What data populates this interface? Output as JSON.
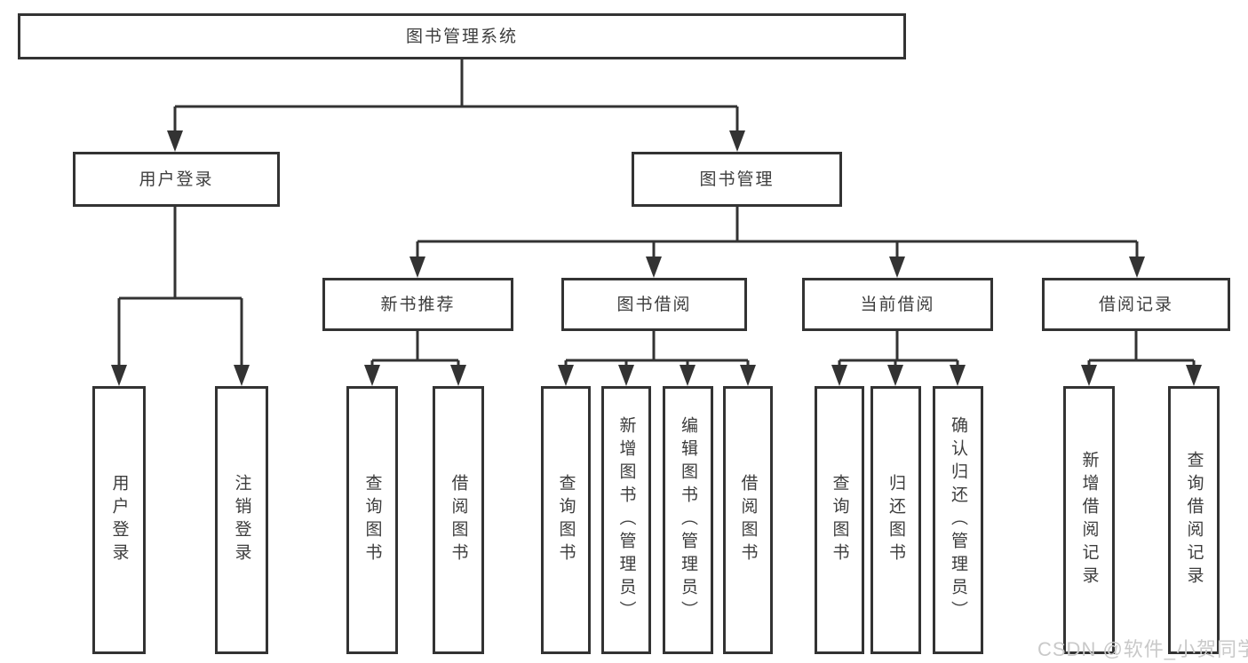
{
  "diagram": {
    "root": "图书管理系统",
    "level2": [
      "用户登录",
      "图书管理"
    ],
    "level3": [
      "新书推荐",
      "图书借阅",
      "当前借阅",
      "借阅记录"
    ],
    "leaves": {
      "login": [
        "用户登录",
        "注销登录"
      ],
      "recommend": [
        "查询图书",
        "借阅图书"
      ],
      "borrow": [
        "查询图书",
        "新增图书（管理员）",
        "编辑图书（管理员）",
        "借阅图书"
      ],
      "current": [
        "查询图书",
        "归还图书",
        "确认归还（管理员）"
      ],
      "records": [
        "新增借阅记录",
        "查询借阅记录"
      ]
    },
    "watermark": "CSDN @软件_小贺同学",
    "colors": {
      "line": "#333333",
      "text": "#3d3d3d",
      "box_background": "#ffffff",
      "page_background": "#ffffff",
      "watermark_text": "#c9c9c9"
    }
  }
}
